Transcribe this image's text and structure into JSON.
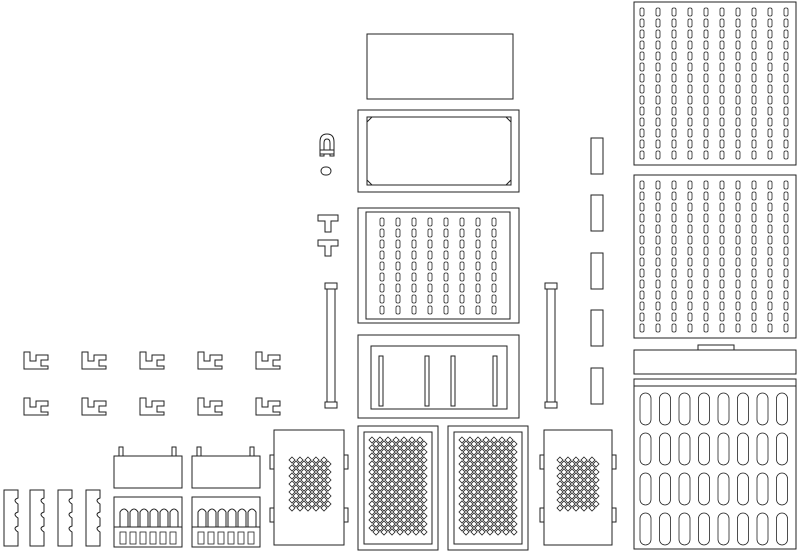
{
  "drawing": {
    "line_color": "#222222",
    "background_color": "#ffffff",
    "parts": [
      "cover-plate",
      "frame-lid",
      "slotted-tray",
      "open-frame",
      "slotted-panel",
      "oval-slot-panel",
      "diamond-mesh-panel",
      "hook-bracket",
      "slotted-bar",
      "clip",
      "t-pin",
      "end-cap",
      "roller-rod",
      "comb-bracket",
      "spring-clip"
    ]
  }
}
